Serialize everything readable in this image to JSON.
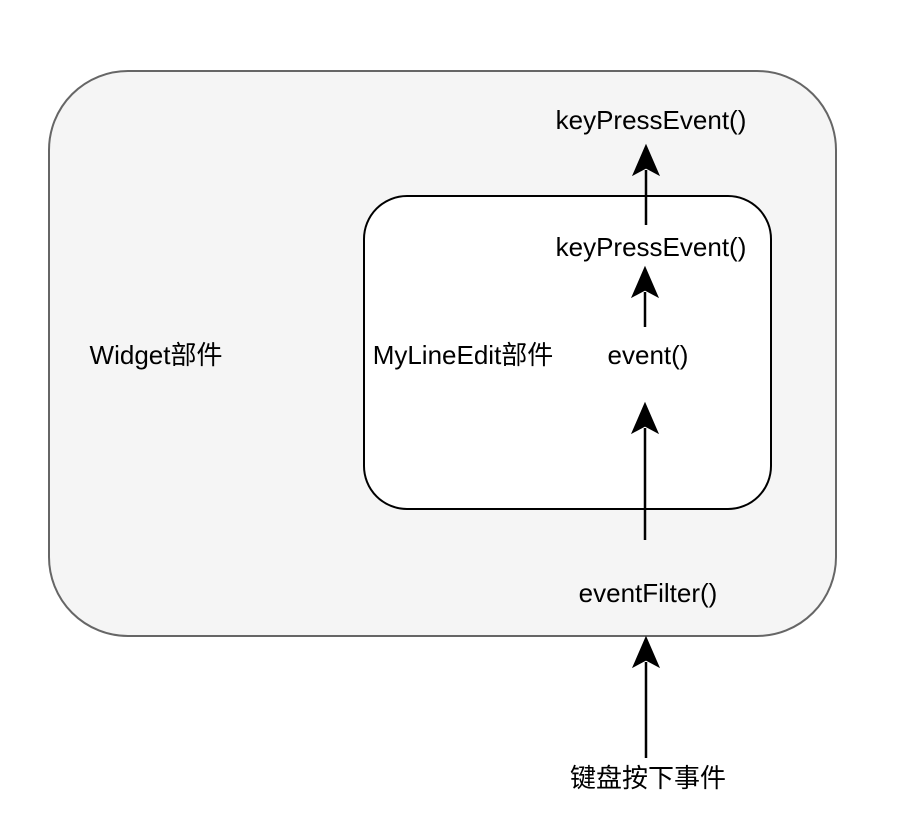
{
  "diagram": {
    "outer_box": {
      "label": "Widget部件"
    },
    "inner_box": {
      "label": "MyLineEdit部件"
    },
    "labels": {
      "top_handler": "keyPressEvent()",
      "inner_handler": "keyPressEvent()",
      "event_fn": "event()",
      "event_filter": "eventFilter()",
      "source_event": "键盘按下事件"
    },
    "colors": {
      "background": "#ffffff",
      "outer_fill": "#f5f5f5",
      "outer_border": "#666666",
      "inner_fill": "#ffffff",
      "inner_border": "#000000",
      "arrow": "#000000",
      "text": "#000000"
    }
  }
}
